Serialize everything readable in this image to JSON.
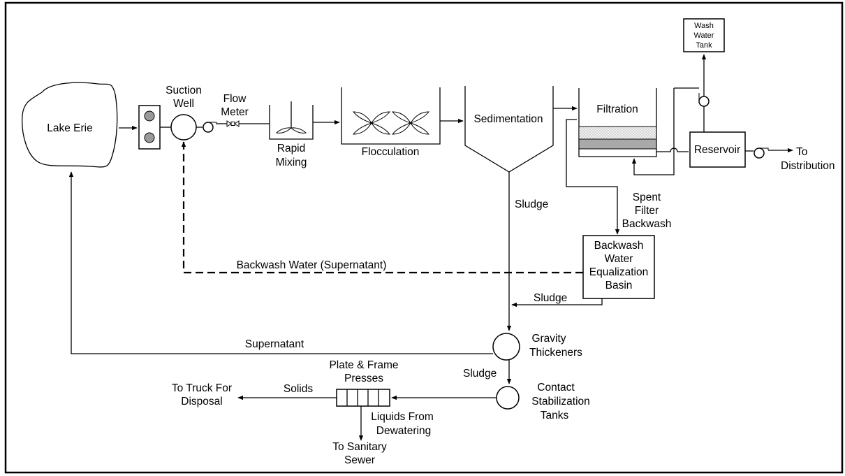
{
  "labels": {
    "lake": "Lake Erie",
    "suction_l1": "Suction",
    "suction_l2": "Well",
    "flow_l1": "Flow",
    "flow_l2": "Meter",
    "rapid_l1": "Rapid",
    "rapid_l2": "Mixing",
    "flocculation": "Flocculation",
    "sedimentation": "Sedimentation",
    "filtration": "Filtration",
    "washtank_l1": "Wash",
    "washtank_l2": "Water",
    "washtank_l3": "Tank",
    "reservoir": "Reservoir",
    "dist_l1": "To",
    "dist_l2": "Distribution",
    "sludge_sed": "Sludge",
    "spent_l1": "Spent",
    "spent_l2": "Filter",
    "spent_l3": "Backwash",
    "eq_l1": "Backwash",
    "eq_l2": "Water",
    "eq_l3": "Equalization",
    "eq_l4": "Basin",
    "backwash_supernatant": "Backwash Water (Supernatant)",
    "sludge_eq": "Sludge",
    "supernatant": "Supernatant",
    "grav_l1": "Gravity",
    "grav_l2": "Thickeners",
    "sludge_grav": "Sludge",
    "press_l1": "Plate & Frame",
    "press_l2": "Presses",
    "solids": "Solids",
    "truck_l1": "To Truck For",
    "truck_l2": "Disposal",
    "contact_l1": "Contact",
    "contact_l2": "Stabilization",
    "contact_l3": "Tanks",
    "liquids_l1": "Liquids From",
    "liquids_l2": "Dewatering",
    "sewer_l1": "To Sanitary",
    "sewer_l2": "Sewer"
  },
  "colors": {
    "line": "#000000",
    "screen_fill": "#9a9a9a",
    "filter_top": "#e9e9e9",
    "filter_mid": "#a9a9a9"
  }
}
